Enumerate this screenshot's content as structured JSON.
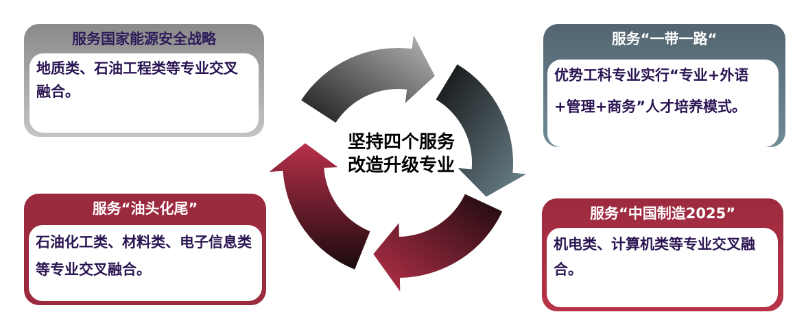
{
  "center": {
    "line1": "坚持四个服务",
    "line2": "改造升级专业"
  },
  "boxes": {
    "top_left": {
      "title": "服务国家能源安全战略",
      "body": "地质类、石油工程类等专业交叉融合。"
    },
    "top_right": {
      "title": "服务“一带一路“",
      "body": "优势工科专业实行“专业+外语+管理+商务”人才培养模式。"
    },
    "bottom_left": {
      "title": "服务“油头化尾”",
      "body": "石油化工类、材料类、电子信息类等专业交叉融合。"
    },
    "bottom_right": {
      "title": "服务“中国制造2025”",
      "body": "机电类、计算机类等专业交叉融合。"
    }
  },
  "colors": {
    "gray": "#8a8a8a",
    "slate": "#5a6f7a",
    "crimson": "#a8293f",
    "text": "#2a1552"
  }
}
